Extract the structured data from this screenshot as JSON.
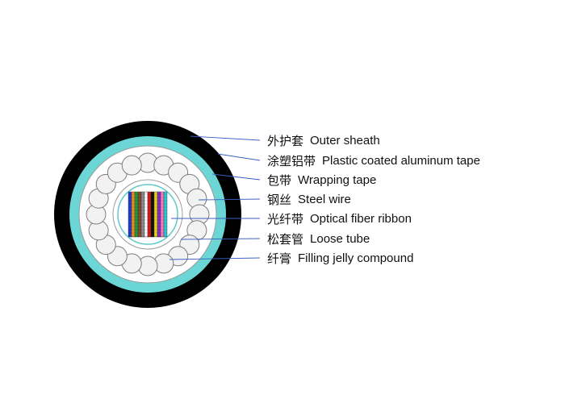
{
  "colors": {
    "sheath": "#000000",
    "tape_coating": "#6cd6d6",
    "wrapping_tape": "#ffffff",
    "steel_wire": "#f2f2f2",
    "loose_tube": "#ffffff",
    "leader_line": "#3b5fc0"
  },
  "layers": [
    {
      "zh": "外护套",
      "en": "Outer sheath"
    },
    {
      "zh": "涂塑铝带",
      "en": "Plastic coated aluminum tape"
    },
    {
      "zh": "包带",
      "en": "Wrapping tape"
    },
    {
      "zh": "钢丝",
      "en": "Steel wire"
    },
    {
      "zh": "光纤带",
      "en": "Optical fiber ribbon"
    },
    {
      "zh": "松套管",
      "en": "Loose tube"
    },
    {
      "zh": "纤膏",
      "en": "Filling jelly compound"
    }
  ],
  "ribbon_colors": [
    "#1b3fd6",
    "#f08a1c",
    "#1e9e3a",
    "#8b4a2b",
    "#8c8c8c",
    "#ffffff",
    "#e01818",
    "#111111",
    "#e8d80e",
    "#8a2bd6",
    "#ff7ab8",
    "#28c8d8"
  ]
}
